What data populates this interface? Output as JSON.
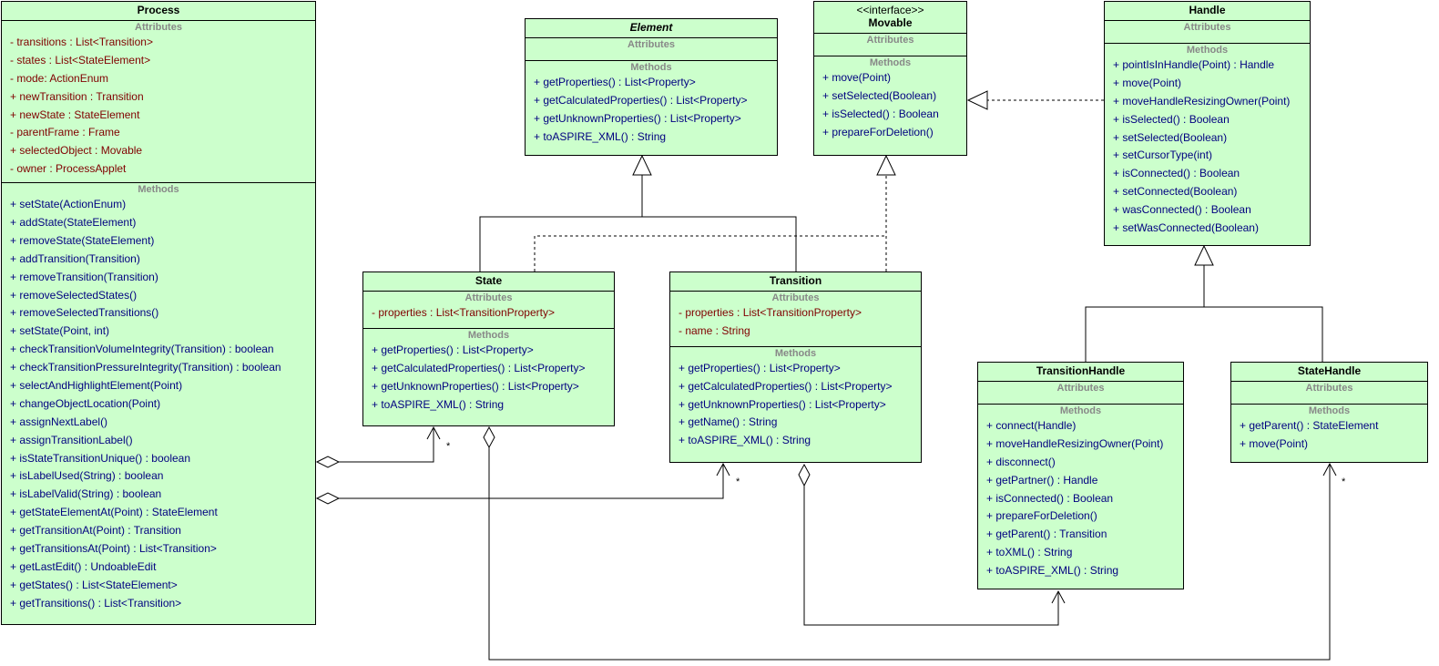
{
  "classes": {
    "process": {
      "name": "Process",
      "attributes_title": "Attributes",
      "methods_title": "Methods",
      "attributes": [
        "- transitions : List<Transition>",
        "- states : List<StateElement>",
        "- mode: ActionEnum",
        "+ newTransition : Transition",
        "+ newState : StateElement",
        "- parentFrame : Frame",
        "+ selectedObject : Movable",
        "- owner : ProcessApplet"
      ],
      "methods": [
        "+ setState(ActionEnum)",
        "+ addState(StateElement)",
        "+ removeState(StateElement)",
        "+ addTransition(Transition)",
        "+ removeTransition(Transition)",
        "+ removeSelectedStates()",
        "+ removeSelectedTransitions()",
        "+ setState(Point, int)",
        "+ checkTransitionVolumeIntegrity(Transition) : boolean",
        "+ checkTransitionPressureIntegrity(Transition) : boolean",
        "+ selectAndHighlightElement(Point)",
        "+ changeObjectLocation(Point)",
        "+ assignNextLabel()",
        "+ assignTransitionLabel()",
        "+ isStateTransitionUnique() : boolean",
        "+ isLabelUsed(String) : boolean",
        "+ isLabelValid(String) : boolean",
        "+ getStateElementAt(Point) : StateElement",
        "+ getTransitionAt(Point) : Transition",
        "+ getTransitionsAt(Point) : List<Transition>",
        "+ getLastEdit() : UndoableEdit",
        "+ getStates() : List<StateElement>",
        "+ getTransitions() : List<Transition>"
      ]
    },
    "element": {
      "name": "Element",
      "attributes_title": "Attributes",
      "methods_title": "Methods",
      "methods": [
        "+ getProperties() : List<Property>",
        "+ getCalculatedProperties() : List<Property>",
        "+ getUnknownProperties() : List<Property>",
        "+ toASPIRE_XML() : String"
      ]
    },
    "movable": {
      "stereotype": "<<interface>>",
      "name": "Movable",
      "attributes_title": "Attributes",
      "methods_title": "Methods",
      "methods": [
        "+ move(Point)",
        "+ setSelected(Boolean)",
        "+ isSelected() : Boolean",
        "+ prepareForDeletion()"
      ]
    },
    "handle": {
      "name": "Handle",
      "attributes_title": "Attributes",
      "methods_title": "Methods",
      "methods": [
        "+ pointIsInHandle(Point) : Handle",
        "+ move(Point)",
        "+ moveHandleResizingOwner(Point)",
        "+ isSelected() : Boolean",
        "+ setSelected(Boolean)",
        "+ setCursorType(int)",
        "+ isConnected() : Boolean",
        "+ setConnected(Boolean)",
        "+ wasConnected() : Boolean",
        "+ setWasConnected(Boolean)"
      ]
    },
    "state": {
      "name": "State",
      "attributes_title": "Attributes",
      "methods_title": "Methods",
      "attributes": [
        "- properties : List<TransitionProperty>"
      ],
      "methods": [
        "+ getProperties() : List<Property>",
        "+ getCalculatedProperties() : List<Property>",
        "+ getUnknownProperties() : List<Property>",
        "+ toASPIRE_XML() : String"
      ]
    },
    "transition": {
      "name": "Transition",
      "attributes_title": "Attributes",
      "methods_title": "Methods",
      "attributes": [
        "- properties : List<TransitionProperty>",
        "- name : String"
      ],
      "methods": [
        "+ getProperties() : List<Property>",
        "+ getCalculatedProperties() : List<Property>",
        "+ getUnknownProperties() : List<Property>",
        "+ getName() : String",
        "+ toASPIRE_XML() : String"
      ]
    },
    "transition_handle": {
      "name": "TransitionHandle",
      "attributes_title": "Attributes",
      "methods_title": "Methods",
      "methods": [
        "+ connect(Handle)",
        "+ moveHandleResizingOwner(Point)",
        "+ disconnect()",
        "+ getPartner() : Handle",
        "+ isConnected() : Boolean",
        "+ prepareForDeletion()",
        "+ getParent() : Transition",
        "+ toXML() : String",
        "+ toASPIRE_XML() : String"
      ]
    },
    "state_handle": {
      "name": "StateHandle",
      "attributes_title": "Attributes",
      "methods_title": "Methods",
      "methods": [
        "+ getParent() : StateElement",
        "+ move(Point)"
      ]
    }
  },
  "multiplicities": {
    "process_state": "*",
    "process_transition": "*",
    "state_statehandle": "*"
  }
}
